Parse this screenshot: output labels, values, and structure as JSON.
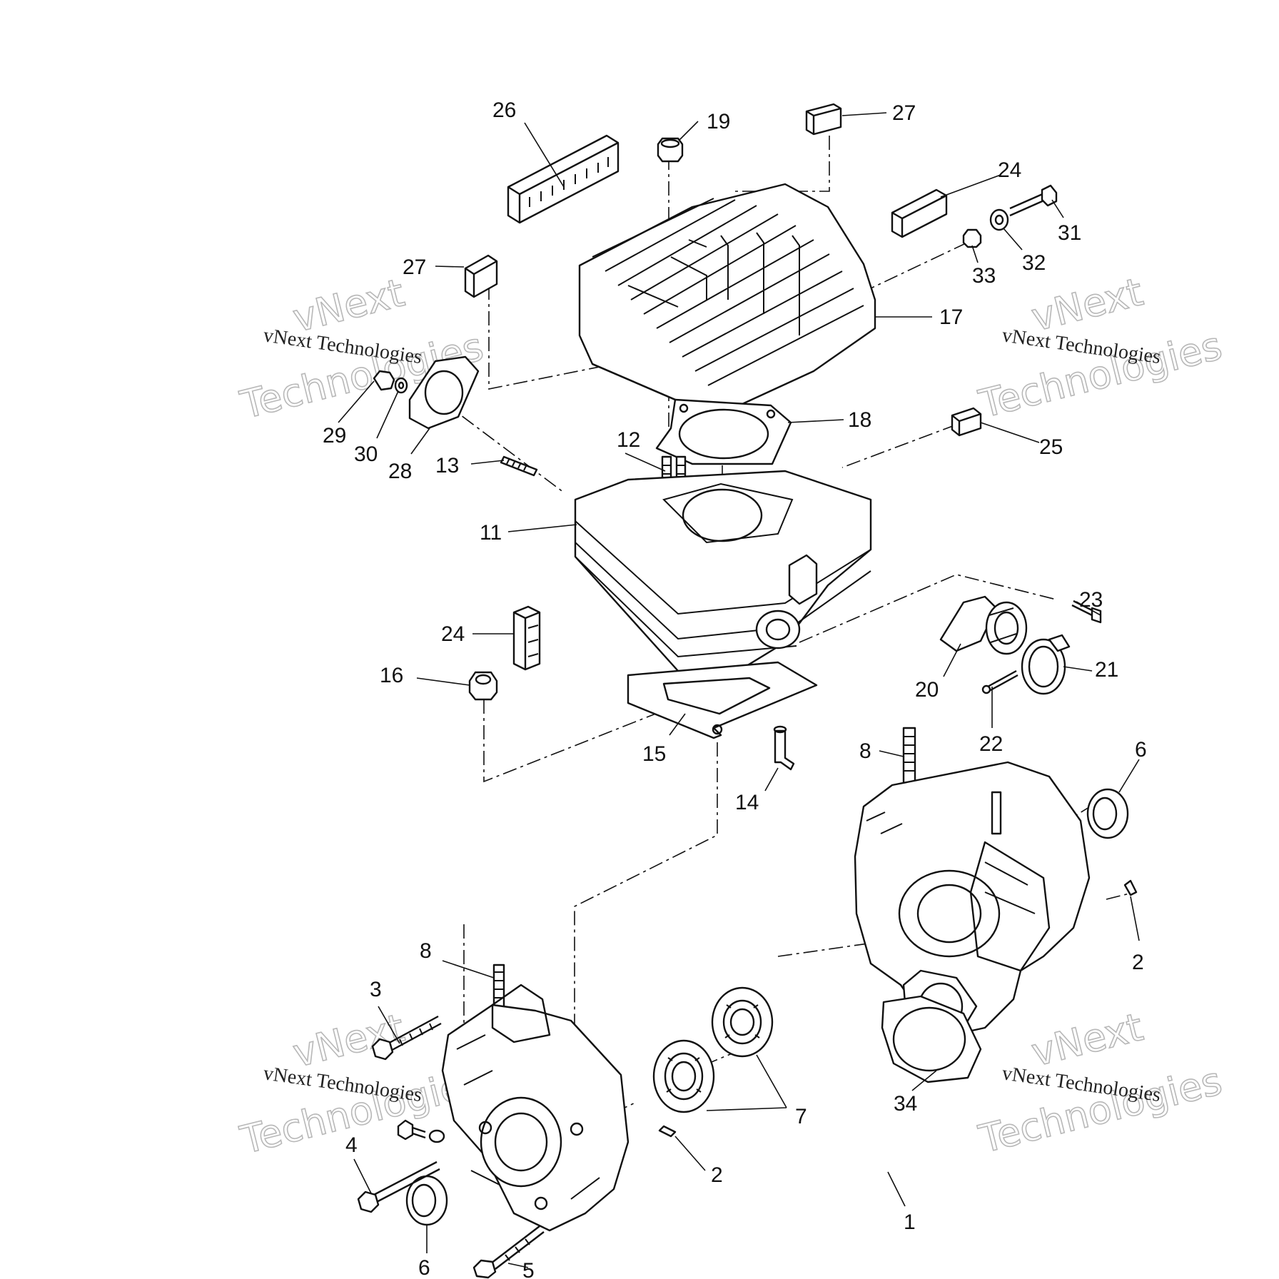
{
  "callouts": [
    "26",
    "19",
    "27",
    "24",
    "31",
    "32",
    "33",
    "27",
    "17",
    "29",
    "30",
    "28",
    "12",
    "13",
    "18",
    "25",
    "11",
    "24",
    "23",
    "16",
    "20",
    "21",
    "22",
    "15",
    "8",
    "6",
    "14",
    "2",
    "8",
    "3",
    "7",
    "34",
    "4",
    "2",
    "1",
    "6",
    "5"
  ],
  "watermark": {
    "brand_big_top": "vNext",
    "brand_big_bottom": "Technologies",
    "brand_small": "vNext Technologies"
  },
  "colors": {
    "ink": "#111111",
    "watermark": "#b8b8b8",
    "background": "#ffffff"
  }
}
